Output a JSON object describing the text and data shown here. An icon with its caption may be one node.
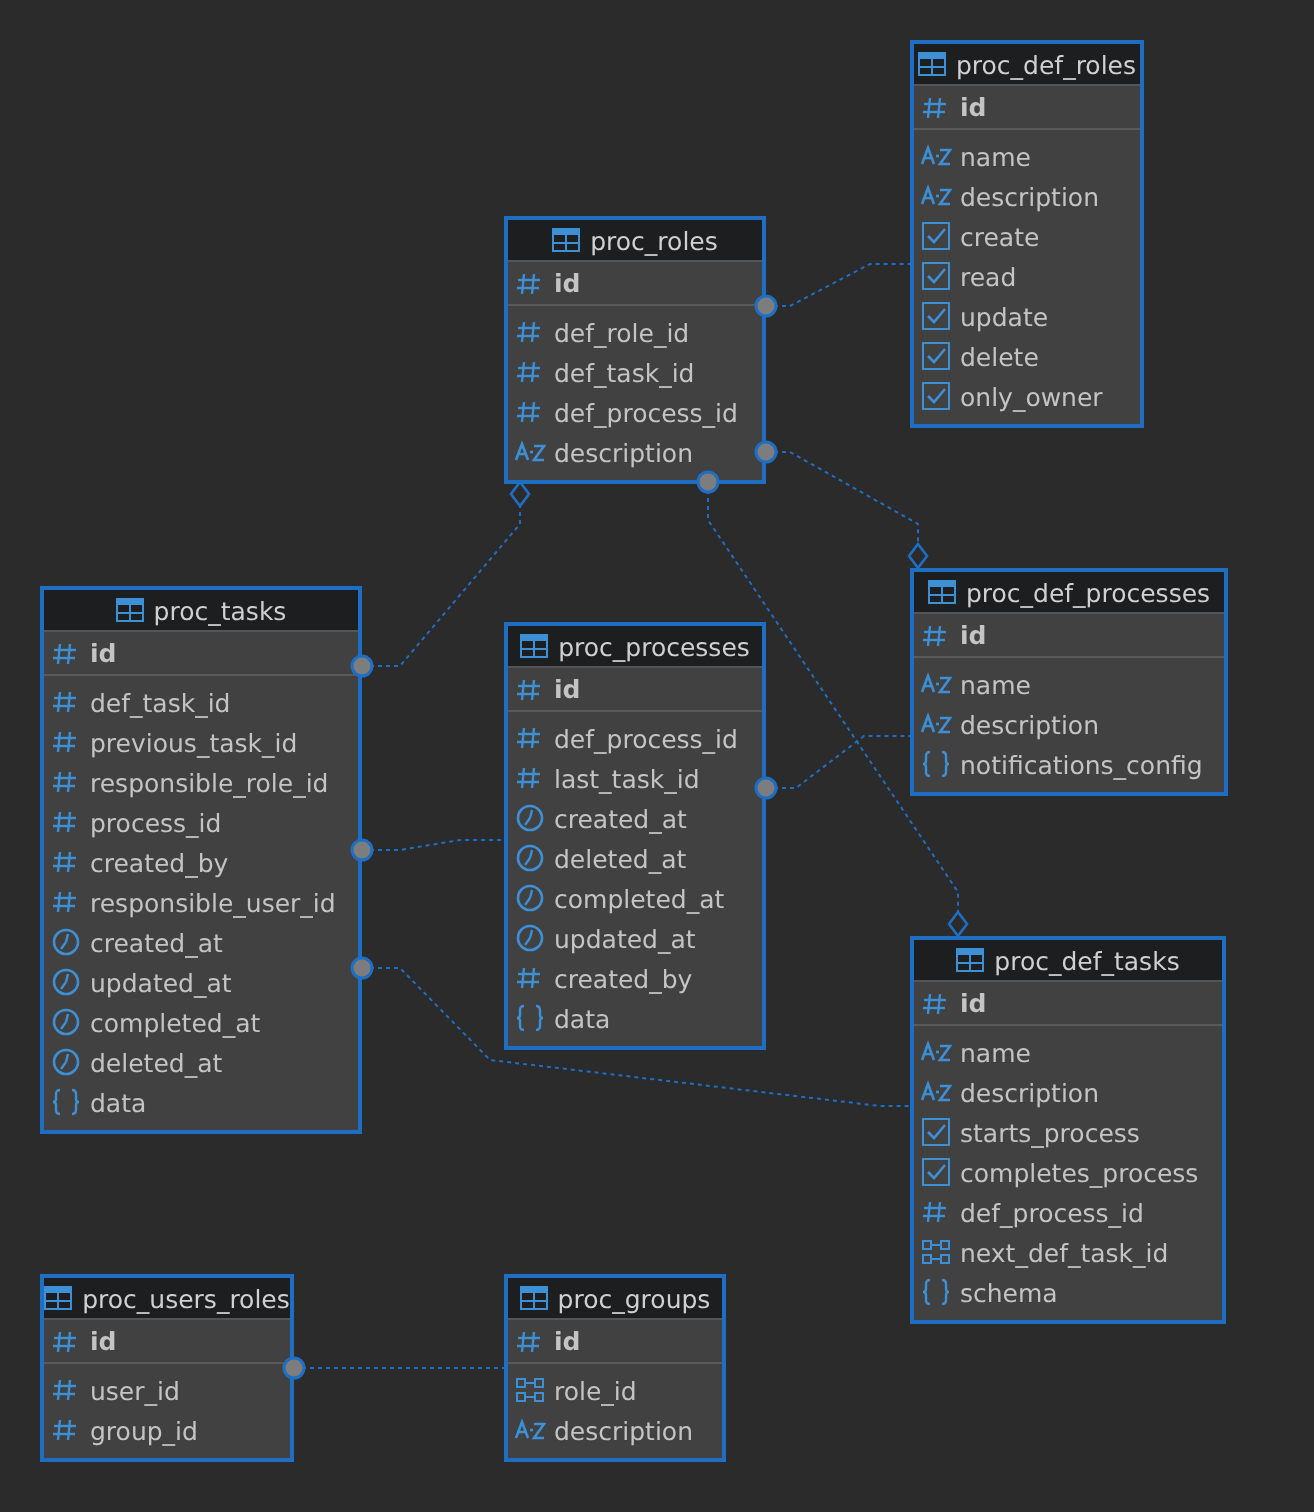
{
  "diagram": {
    "nodes": [
      {
        "text": [
          "proc_def_roles",
          "id",
          "name",
          "description",
          "create",
          "read",
          "update",
          "delete",
          "only_owner"
        ]
      },
      {
        "text": [
          "proc_roles",
          "id",
          "def_role_id",
          "def_task_id",
          "def_process_id",
          "description"
        ]
      },
      {
        "text": [
          "proc_def_processes",
          "id",
          "name",
          "description",
          "notifications_config"
        ]
      },
      {
        "text": [
          "proc_tasks",
          "id",
          "def_task_id",
          "previous_task_id",
          "responsible_role_id",
          "process_id",
          "created_by",
          "responsible_user_id",
          "created_at",
          "updated_at",
          "completed_at",
          "deleted_at",
          "data"
        ]
      },
      {
        "text": [
          "proc_processes",
          "id",
          "def_process_id",
          "last_task_id",
          "created_at",
          "deleted_at",
          "completed_at",
          "updated_at",
          "created_by",
          "data"
        ]
      },
      {
        "text": [
          "proc_def_tasks",
          "id",
          "name",
          "description",
          "starts_process",
          "completes_process",
          "def_process_id",
          "next_def_task_id",
          "schema"
        ]
      },
      {
        "text": [
          "proc_users_roles",
          "id",
          "user_id",
          "group_id"
        ]
      },
      {
        "text": [
          "proc_groups",
          "id",
          "role_id",
          "description"
        ]
      }
    ],
    "edges": [
      {
        "from": 1,
        "to": 0,
        "arrow": "other"
      },
      {
        "from": 1,
        "to": 2,
        "arrow": "other"
      },
      {
        "from": 3,
        "to": 1,
        "arrow": "other"
      },
      {
        "from": 1,
        "to": 5,
        "arrow": "other"
      },
      {
        "from": 4,
        "to": 2,
        "arrow": "other"
      },
      {
        "from": 3,
        "to": 4,
        "arrow": "other"
      },
      {
        "from": 3,
        "to": 5,
        "arrow": "other"
      },
      {
        "from": 6,
        "to": 7,
        "arrow": "other"
      }
    ]
  }
}
